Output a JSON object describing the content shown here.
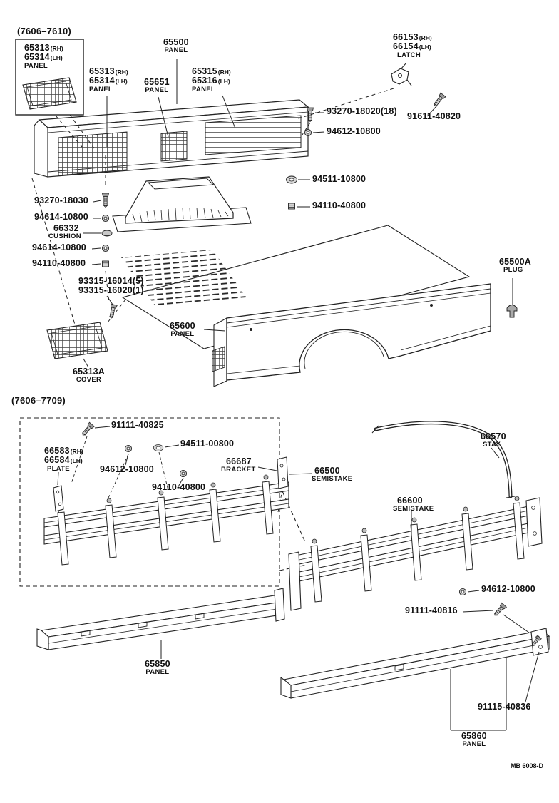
{
  "doc": {
    "footer_code": "MB 6008-D"
  },
  "section_top": {
    "range": "(7606–7610)",
    "inset": {
      "num_rh": "65313",
      "suf_rh": "(RH)",
      "num_lh": "65314",
      "suf_lh": "(LH)",
      "name": "PANEL"
    },
    "labels": {
      "p65500": {
        "num": "65500",
        "name": "PANEL"
      },
      "p65313": {
        "num_rh": "65313",
        "suf_rh": "(RH)",
        "num_lh": "65314",
        "suf_lh": "(LH)",
        "name": "PANEL"
      },
      "p65651": {
        "num": "65651",
        "name": "PANEL"
      },
      "p65315": {
        "num_rh": "65315",
        "suf_rh": "(RH)",
        "num_lh": "65316",
        "suf_lh": "(LH)",
        "name": "PANEL"
      },
      "p66153": {
        "num_rh": "66153",
        "suf_rh": "(RH)",
        "num_lh": "66154",
        "suf_lh": "(LH)",
        "name": "LATCH"
      },
      "f91611_40820": {
        "num": "91611-40820"
      },
      "f93270_18020": {
        "num": "93270-18020(18)"
      },
      "f94612_10800": {
        "num": "94612-10800"
      },
      "f94511_10800": {
        "num": "94511-10800"
      },
      "f94110_40800": {
        "num": "94110-40800"
      },
      "f93270_18030": {
        "num": "93270-18030"
      },
      "f94614_10800_a": {
        "num": "94614-10800"
      },
      "p66332": {
        "num": "66332",
        "name": "CUSHION"
      },
      "f94614_10800_b": {
        "num": "94614-10800"
      },
      "f94110_40800_b": {
        "num": "94110-40800"
      },
      "f93315_16014": {
        "num": "93315-16014(5)"
      },
      "f93315_16020": {
        "num": "93315-16020(1)"
      },
      "p65500a": {
        "num": "65500A",
        "name": "PLUG"
      },
      "p65600": {
        "num": "65600",
        "name": "PANEL"
      },
      "p65313a": {
        "num": "65313A",
        "name": "COVER"
      }
    }
  },
  "section_bottom": {
    "range": "(7606–7709)",
    "labels": {
      "f91111_40825": {
        "num": "91111-40825"
      },
      "f94511_00800": {
        "num": "94511-00800"
      },
      "p66583": {
        "num_rh": "66583",
        "suf_rh": "(RH)",
        "num_lh": "66584",
        "suf_lh": "(LH)",
        "name": "PLATE"
      },
      "f94612_10800_b": {
        "num": "94612-10800"
      },
      "p66687": {
        "num": "66687",
        "name": "BRACKET"
      },
      "f94110_40800_c": {
        "num": "94110-40800"
      },
      "p66500": {
        "num": "66500",
        "name": "SEMISTAKE"
      },
      "p66570": {
        "num": "66570",
        "name": "STAY"
      },
      "p66600": {
        "num": "66600",
        "name": "SEMISTAKE"
      },
      "f94612_10800_c": {
        "num": "94612-10800"
      },
      "f91111_40816": {
        "num": "91111-40816"
      },
      "p65850": {
        "num": "65850",
        "name": "PANEL"
      },
      "f91115_40836": {
        "num": "91115-40836"
      },
      "p65860": {
        "num": "65860",
        "name": "PANEL"
      }
    }
  }
}
